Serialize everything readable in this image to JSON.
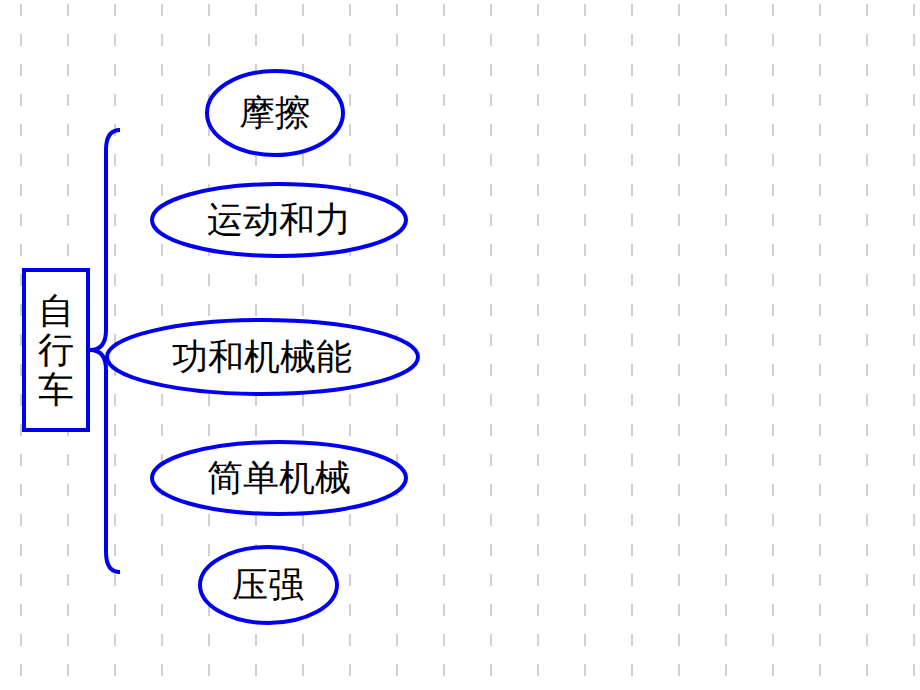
{
  "diagram": {
    "nodes": [
      {
        "text": [
          "自行车"
        ]
      },
      {
        "text": [
          "摩擦"
        ]
      },
      {
        "text": [
          "运动和力"
        ]
      },
      {
        "text": [
          "功和机械能"
        ]
      },
      {
        "text": [
          "简单机械"
        ]
      },
      {
        "text": [
          "压强"
        ]
      }
    ]
  }
}
